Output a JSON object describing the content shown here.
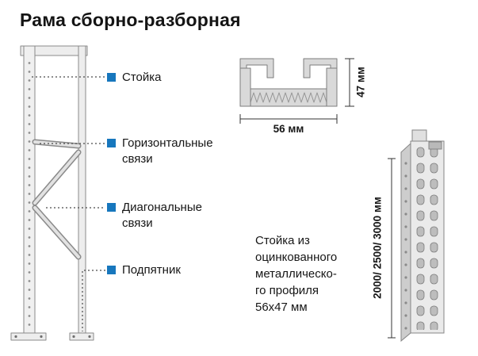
{
  "title": "Рама сборно-разборная",
  "colors": {
    "accent": "#1777bd"
  },
  "legend": {
    "items": [
      {
        "label": "Стойка"
      },
      {
        "label": "Горизонтальные связи"
      },
      {
        "label": "Диагональные связи"
      },
      {
        "label": "Подпятник"
      }
    ]
  },
  "profile_section": {
    "width_dimension": "56 мм",
    "height_dimension": "47 мм",
    "note": "Стойка из\nоцинкованного\nметаллическо-\nго профиля\n56х47 мм"
  },
  "upright_section": {
    "height_dimension": "2000/ 2500/ 3000 мм"
  }
}
